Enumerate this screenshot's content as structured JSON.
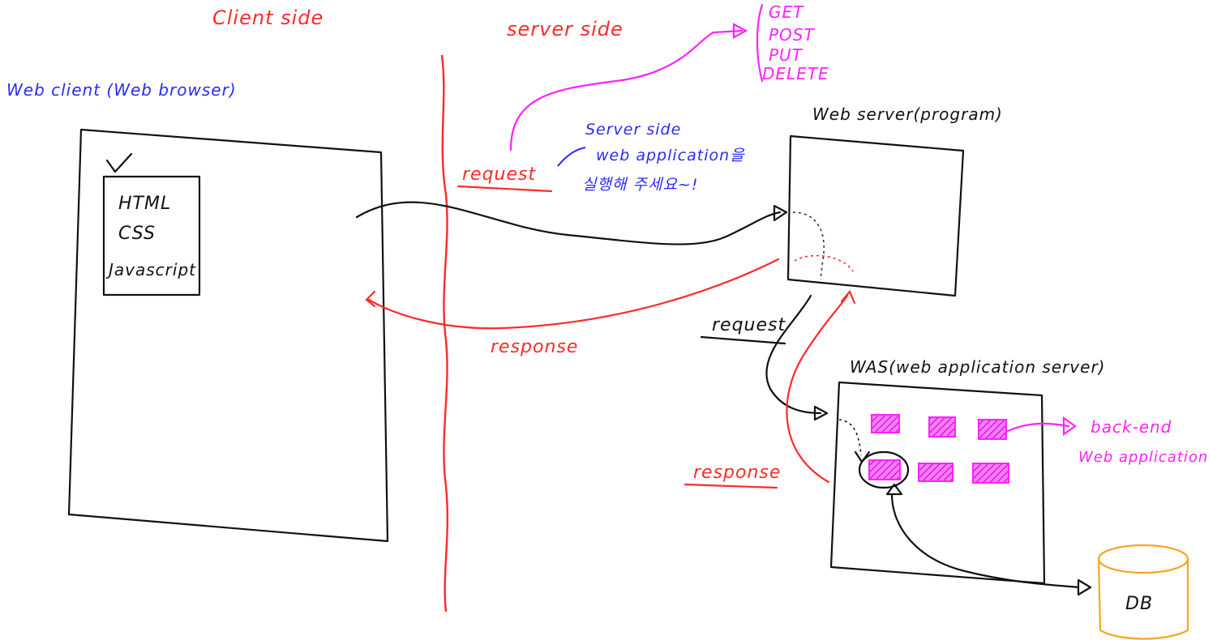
{
  "headings": {
    "client_side": "Client side",
    "server_side": "server side"
  },
  "http_methods": [
    "GET",
    "POST",
    "PUT",
    "DELETE"
  ],
  "browser": {
    "label": "Web client (Web browser)",
    "content_items": [
      "HTML",
      "CSS",
      "Javascript"
    ]
  },
  "web_server": {
    "label": "Web server(program)",
    "note_line1": "Server side",
    "note_line2": "web application을",
    "note_line3": "실행해 주세요~!"
  },
  "was": {
    "label": "WAS(web application server)",
    "backend_line1": "back-end",
    "backend_line2": "Web application"
  },
  "db": {
    "label": "DB"
  },
  "flows": {
    "request_top": "request",
    "response_top": "response",
    "request_mid": "request",
    "response_mid": "response"
  },
  "colors": {
    "client_server_divider": "#ff2a2a",
    "browser_label": "#2a2aff",
    "request_response": "#ff2a2a",
    "methods_and_backend": "#ff22ff",
    "db": "#f5a623",
    "boxes": "#111111"
  }
}
